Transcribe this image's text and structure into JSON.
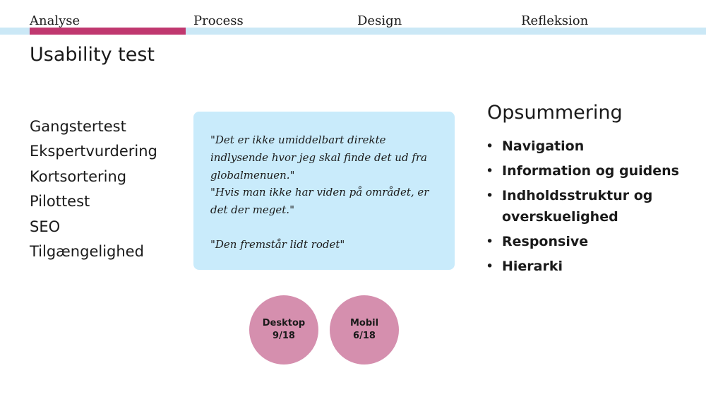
{
  "nav": {
    "tabs": [
      "Analyse",
      "Process",
      "Design",
      "Refleksion"
    ],
    "active_index": 0,
    "active_color": "#c0386f",
    "bar_color": "#cbe8f6"
  },
  "title": "Usability test",
  "methods": [
    "Gangstertest",
    "Ekspertvurdering",
    "Kortsortering",
    "Pilottest",
    "SEO",
    "Tilgængelighed"
  ],
  "quotes": {
    "background": "#c9ebfb",
    "items": [
      "\"Det er ikke umiddelbart direkte indlysende hvor jeg skal finde det ud fra globalmenuen.\"",
      "\"Hvis man ikke har viden på området, er det der meget.\"",
      "\"Den fremstår lidt rodet\""
    ]
  },
  "summary": {
    "title": "Opsummering",
    "bullet": "•",
    "items": [
      "Navigation",
      "Information og guidens",
      "Indholdsstruktur og overskuelighed",
      "Responsive",
      "Hierarki"
    ]
  },
  "results": {
    "color": "#d58fae",
    "items": [
      {
        "label": "Desktop",
        "score": "9/18"
      },
      {
        "label": "Mobil",
        "score": "6/18"
      }
    ]
  }
}
